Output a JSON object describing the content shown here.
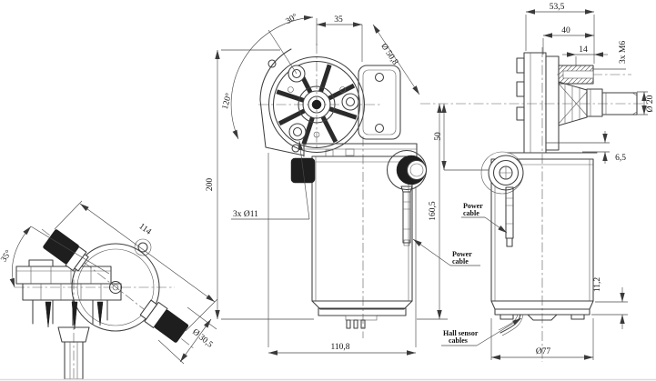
{
  "colors": {
    "background": "#ffffff",
    "line_ink": "#3f3f3f",
    "text_ink": "#131313",
    "solid_fill": "#1e1e1e"
  },
  "dims": {
    "front": {
      "angle30": "30°",
      "w35": "35",
      "bolt_circle": "Ø 50,8",
      "angle120": "120°",
      "h200": "200",
      "holes": "3x Ø11",
      "h160": "160,5",
      "w110": "110,8"
    },
    "side": {
      "d53": "53,5",
      "d40": "40",
      "d14": "14",
      "thread": "3x M6",
      "shaft": "Ø 20",
      "d6": "6,5",
      "d50": "50",
      "d11": "11,2",
      "motor": "Ø77"
    },
    "rotated": {
      "angle35": "35°",
      "l114": "114",
      "cap": "Ø 30,5"
    }
  },
  "labels": {
    "power1": "Power",
    "power2": "cable",
    "hall1": "Hall sensor",
    "hall2": "cables"
  }
}
